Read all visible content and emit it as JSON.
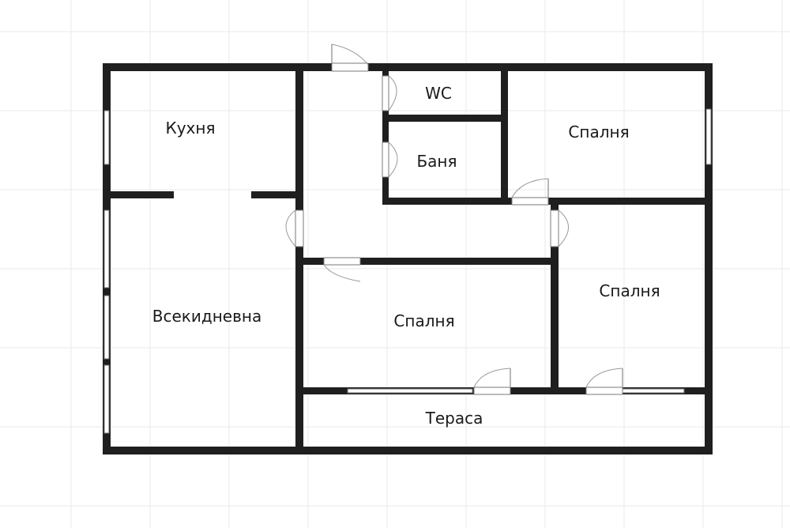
{
  "rooms": {
    "kitchen": "Кухня",
    "wc": "WC",
    "bathroom": "Баня",
    "bedroom_top_right": "Спалня",
    "living_room": "Всекидневна",
    "bedroom_center": "Спалня",
    "bedroom_right": "Спалня",
    "terrace": "Тераса"
  },
  "colors": {
    "wall": "#1f1f1f",
    "grid": "#eaeaea",
    "background": "#ffffff"
  }
}
